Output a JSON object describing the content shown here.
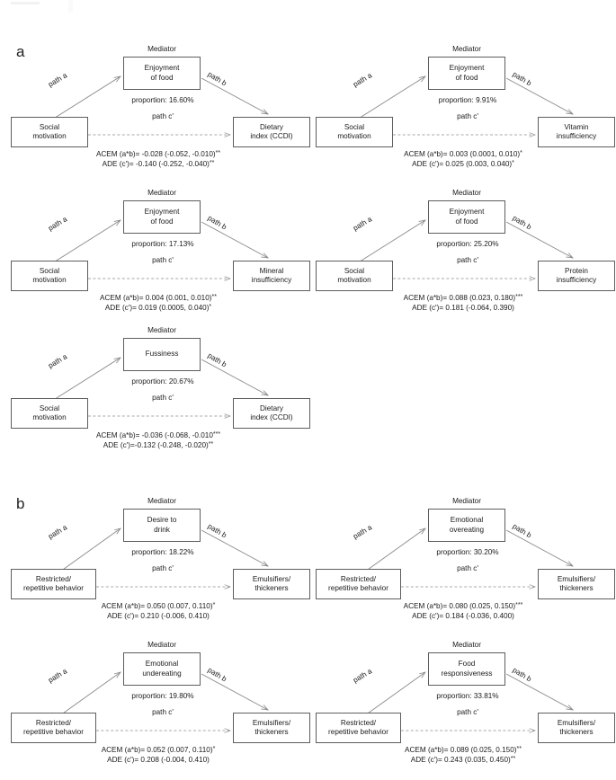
{
  "figure": {
    "panels": [
      {
        "letter": "a",
        "diagrams": [
          {
            "mediator_caption": "Mediator",
            "mediator": "Enjoyment\nof food",
            "exposure": "Social\nmotivation",
            "outcome": "Dietary\nindex (CCDI)",
            "path_a": "path a",
            "path_b": "path b",
            "path_c": "path c'",
            "proportion": "proportion: 16.60%",
            "acem": "ACEM (a*b)= -0.028 (-0.052, -0.010)",
            "acem_sig": "**",
            "ade": "ADE (c')= -0.140 (-0.252, -0.040)",
            "ade_sig": "**"
          },
          {
            "mediator_caption": "Mediator",
            "mediator": "Enjoyment\nof food",
            "exposure": "Social\nmotivation",
            "outcome": "Vitamin\ninsufficiency",
            "path_a": "path a",
            "path_b": "path b",
            "path_c": "path c'",
            "proportion": "proportion: 9.91%",
            "acem": "ACEM (a*b)= 0.003 (0.0001, 0.010)",
            "acem_sig": "*",
            "ade": "ADE (c')= 0.025 (0.003, 0.040)",
            "ade_sig": "*"
          },
          {
            "mediator_caption": "Mediator",
            "mediator": "Enjoyment\nof food",
            "exposure": "Social\nmotivation",
            "outcome": "Mineral\ninsufficiency",
            "path_a": "path a",
            "path_b": "path b",
            "path_c": "path c'",
            "proportion": "proportion: 17.13%",
            "acem": "ACEM (a*b)= 0.004 (0.001, 0.010)",
            "acem_sig": "**",
            "ade": "ADE (c')= 0.019 (0.0005, 0.040)",
            "ade_sig": "*"
          },
          {
            "mediator_caption": "Mediator",
            "mediator": "Enjoyment\nof food",
            "exposure": "Social\nmotivation",
            "outcome": "Protein\ninsufficiency",
            "path_a": "path a",
            "path_b": "path b",
            "path_c": "path c'",
            "proportion": "proportion: 25.20%",
            "acem": "ACEM (a*b)= 0.088 (0.023, 0.180)",
            "acem_sig": "***",
            "ade": "ADE (c')= 0.181 (-0.064, 0.390)",
            "ade_sig": ""
          },
          {
            "mediator_caption": "Mediator",
            "mediator": "Fussiness",
            "exposure": "Social\nmotivation",
            "outcome": "Dietary\nindex (CCDI)",
            "path_a": "path a",
            "path_b": "path b",
            "path_c": "path c'",
            "proportion": "proportion: 20.67%",
            "acem": "ACEM (a*b)=  -0.036 (-0.068, -0.010",
            "acem_sig": "***",
            "ade": "ADE (c')=-0.132 (-0.248, -0.020)",
            "ade_sig": "**"
          }
        ]
      },
      {
        "letter": "b",
        "diagrams": [
          {
            "mediator_caption": "Mediator",
            "mediator": "Desire to\ndrink",
            "exposure": "Restricted/\nrepetitive behavior",
            "outcome": "Emulsifiers/\nthickeners",
            "path_a": "path a",
            "path_b": "path b",
            "path_c": "path c'",
            "proportion": "proportion: 18.22%",
            "acem": "ACEM (a*b)= 0.050 (0.007, 0.110)",
            "acem_sig": "*",
            "ade": "ADE (c')= 0.210 (-0.006, 0.410)",
            "ade_sig": ""
          },
          {
            "mediator_caption": "Mediator",
            "mediator": "Emotional\novereating",
            "exposure": "Restricted/\nrepetitive behavior",
            "outcome": "Emulsifiers/\nthickeners",
            "path_a": "path a",
            "path_b": "path b",
            "path_c": "path c'",
            "proportion": "proportion: 30.20%",
            "acem": "ACEM (a*b)= 0.080 (0.025, 0.150)",
            "acem_sig": "***",
            "ade": "ADE (c')= 0.184 (-0.036, 0.400)",
            "ade_sig": ""
          },
          {
            "mediator_caption": "Mediator",
            "mediator": "Emotional\nundereating",
            "exposure": "Restricted/\nrepetitive behavior",
            "outcome": "Emulsifiers/\nthickeners",
            "path_a": "path a",
            "path_b": "path b",
            "path_c": "path c'",
            "proportion": "proportion: 19.80%",
            "acem": "ACEM (a*b)= 0.052 (0.007, 0.110)",
            "acem_sig": "*",
            "ade": "ADE (c')= 0.208 (-0.004, 0.410)",
            "ade_sig": ""
          },
          {
            "mediator_caption": "Mediator",
            "mediator": "Food\nresponsiveness",
            "exposure": "Restricted/\nrepetitive behavior",
            "outcome": "Emulsifiers/\nthickeners",
            "path_a": "path a",
            "path_b": "path b",
            "path_c": "path c'",
            "proportion": "proportion: 33.81%",
            "acem": "ACEM (a*b)= 0.089 (0.025, 0.150)",
            "acem_sig": "**",
            "ade": "ADE (c')= 0.243 (0.035, 0.450)",
            "ade_sig": "**"
          }
        ]
      }
    ],
    "colors": {
      "line": "#8a8a8a",
      "box_border": "#5d5d5d",
      "text": "#1a1a1a",
      "background": "#ffffff"
    }
  }
}
